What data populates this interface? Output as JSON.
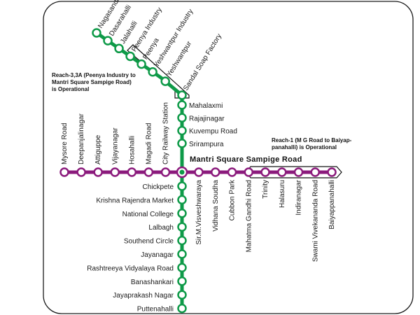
{
  "map": {
    "colors": {
      "green_line": "#0e9a48",
      "purple_line": "#8b1a7c",
      "station_fill": "#ffffff",
      "callout_stroke": "#111111",
      "frame_stroke": "#1a1a1a"
    },
    "interchange": {
      "name": "Mantri Square Sampige Road"
    },
    "green_line": {
      "north_stations": [
        "Nagasandra",
        "Dasarahalli",
        "Jalahalli",
        "Peenya Industry",
        "Peenya",
        "Yeshwantpur Industry",
        "Yeshwantpur",
        "Sandal Soap Factory",
        "Mahalaxmi",
        "Rajajinagar",
        "Kuvempu Road",
        "Srirampura"
      ],
      "south_stations": [
        "Chickpete",
        "Krishna Rajendra Market",
        "National College",
        "Lalbagh",
        "Southend Circle",
        "Jayanagar",
        "Rashtreeya Vidyalaya Road",
        "Banashankari",
        "Jayaprakash Nagar",
        "Puttenahalli"
      ]
    },
    "purple_line": {
      "west_stations": [
        "Mysore Road",
        "Deepanjalinagar",
        "Attiguppe",
        "Vijayanagar",
        "Hosahalli",
        "Magadi Road",
        "City Railway Station"
      ],
      "east_stations": [
        "Sir.M.Visveshwaraya",
        "Vidhana Soudha",
        "Cubbon Park",
        "Mahatma Gandhi Road",
        "Trinity",
        "Halasuru",
        "Indiranagar",
        "Swami Vivekananda Road",
        "Baiyappanahalli"
      ]
    },
    "notes": {
      "reach3_lines": [
        "Reach-3,3A (Peenya Industry to",
        "Mantri Square Sampige Road)",
        "is Operational"
      ],
      "reach1_lines": [
        "Reach-1 (M G Road to Baiyap-",
        "panahalli) is Operational"
      ]
    }
  }
}
